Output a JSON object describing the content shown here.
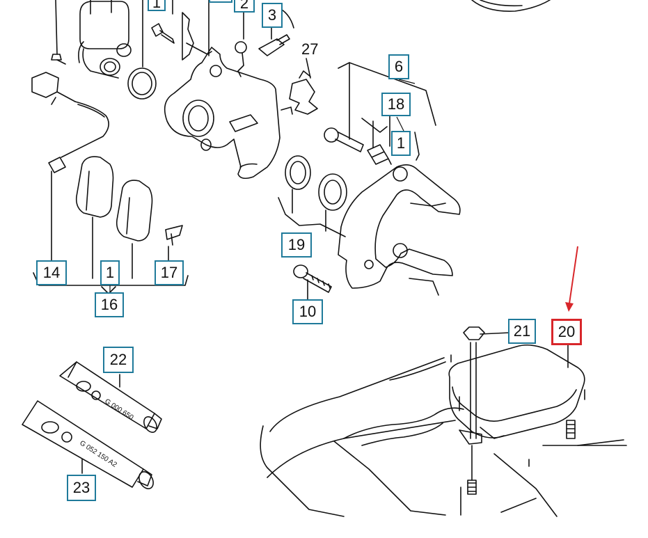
{
  "labels": {
    "l1_top": "1",
    "l2": "2",
    "l3": "3",
    "l27": "27",
    "l6": "6",
    "l18": "18",
    "l1_mid": "1",
    "l14": "14",
    "l1_low": "1",
    "l17": "17",
    "l16": "16",
    "l19": "19",
    "l10": "10",
    "l21": "21",
    "l20": "20",
    "l22": "22",
    "l23": "23"
  },
  "tubes": {
    "upper_code": "G 000 650",
    "lower_code": "G 052 150 A2"
  },
  "colors": {
    "label_border": "#1f7a9a",
    "highlight": "#d8262a",
    "line": "#111111"
  }
}
